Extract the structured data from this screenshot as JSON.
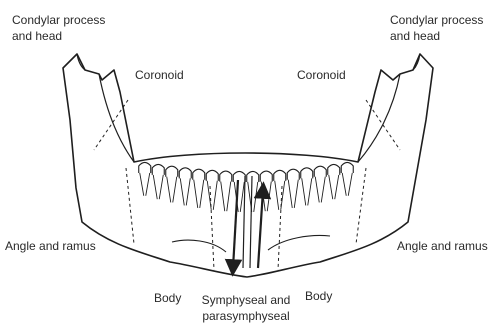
{
  "labels": {
    "condylar_left": [
      "Condylar process",
      "and head"
    ],
    "condylar_right": [
      "Condylar process",
      "and head"
    ],
    "coronoid_left": "Coronoid",
    "coronoid_right": "Coronoid",
    "angle_left": "Angle and ramus",
    "angle_right": "Angle and ramus",
    "body_left": "Body",
    "body_right": "Body",
    "symphyseal": [
      "Symphyseal and",
      "parasymphyseal"
    ]
  },
  "colors": {
    "ink": "#1f1f1f",
    "text": "#2a2a2a",
    "background": "#ffffff"
  }
}
